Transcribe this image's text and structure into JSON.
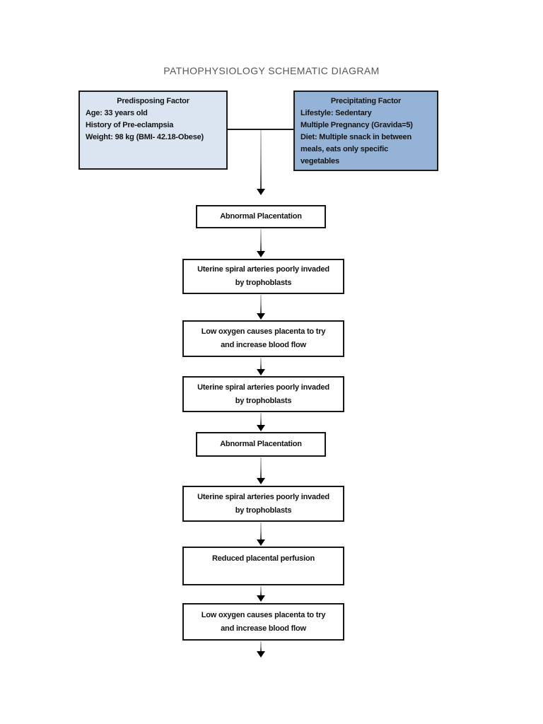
{
  "page": {
    "title": "PATHOPHYSIOLOGY SCHEMATIC DIAGRAM"
  },
  "factors": {
    "predisposing": {
      "title": "Predisposing Factor",
      "lines": [
        "Age: 33 years old",
        "History of Pre-eclampsia",
        "Weight: 98 kg (BMI- 42.18-Obese)"
      ]
    },
    "precipitating": {
      "title": "Precipitating Factor",
      "lines": [
        "Lifestyle: Sedentary",
        "Multiple Pregnancy (Gravida=5)",
        "Diet: Multiple snack in between",
        "meals, eats only specific",
        "vegetables"
      ]
    }
  },
  "flow": {
    "boxes": [
      {
        "lines": [
          "Abnormal Placentation"
        ]
      },
      {
        "lines": [
          "Uterine spiral arteries poorly invaded",
          "by trophoblasts"
        ]
      },
      {
        "lines": [
          "Low oxygen causes placenta to try",
          "and increase blood flow"
        ]
      },
      {
        "lines": [
          "Uterine spiral arteries poorly invaded",
          "by trophoblasts"
        ]
      },
      {
        "lines": [
          "Abnormal Placentation"
        ]
      },
      {
        "lines": [
          "Uterine spiral arteries poorly invaded",
          "by trophoblasts"
        ]
      },
      {
        "lines": [
          "Reduced placental perfusion"
        ]
      },
      {
        "lines": [
          "Low oxygen causes placenta to try",
          "and increase blood flow"
        ]
      }
    ]
  },
  "colors": {
    "predisposing_fill": "#dbe5f1",
    "precipitating_fill": "#95b3d7",
    "box_border": "#1c1c1c",
    "title_text": "#575757",
    "arrow_head": "#000000"
  }
}
